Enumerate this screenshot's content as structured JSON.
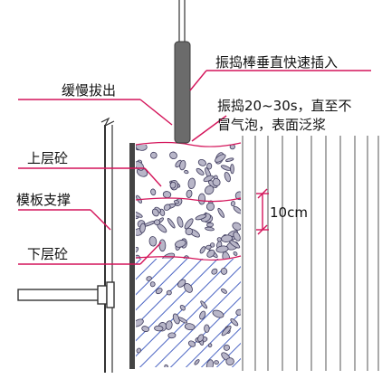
{
  "labels": {
    "vibrator_insert": "振捣棒垂直快速插入",
    "slow_withdraw": "缓慢拔出",
    "vibrate_time_line1": "振捣20~30s，直至不",
    "vibrate_time_line2": "冒气泡，表面泛浆",
    "upper_concrete": "上层砼",
    "formwork_support": "模板支撑",
    "lower_concrete": "下层砼",
    "depth": "10cm"
  },
  "colors": {
    "leader_line": "#d4145a",
    "insert_arrow": "#c2185b",
    "lower_hatch": "#1f3fb5",
    "aggregate_fill": "#b8b6c8",
    "aggregate_stroke": "#3d3a5c",
    "vibrator_body": "#6b6b6b",
    "pile_lines": "#555555"
  }
}
